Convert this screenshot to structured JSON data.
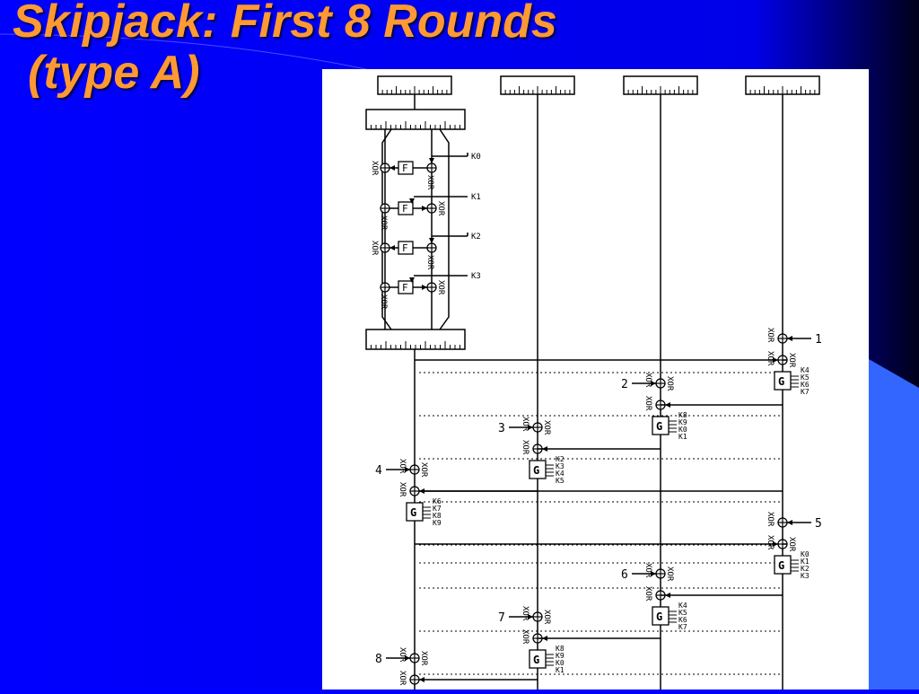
{
  "slide": {
    "title_line1": "Skipjack: First 8 Rounds",
    "title_line2": "(type A)",
    "colors": {
      "background": "#0000ff",
      "title": "#ff9933",
      "diagram_bg": "#ffffff",
      "ink": "#000000",
      "accent_shape": "#3366ff"
    }
  },
  "diagram": {
    "gate_label": "XOR",
    "f_label": "F",
    "g_label": "G",
    "f_keys": [
      "K0",
      "K1",
      "K2",
      "K3"
    ],
    "round_numbers": [
      "1",
      "2",
      "3",
      "4",
      "5",
      "6",
      "7",
      "8"
    ],
    "round_keys": [
      [
        "K4",
        "K5",
        "K6",
        "K7"
      ],
      [
        "K8",
        "K9",
        "K0",
        "K1"
      ],
      [
        "K2",
        "K3",
        "K4",
        "K5"
      ],
      [
        "K6",
        "K7",
        "K8",
        "K9"
      ],
      [
        "K0",
        "K1",
        "K2",
        "K3"
      ],
      [
        "K4",
        "K5",
        "K6",
        "K7"
      ],
      [
        "K8",
        "K9",
        "K0",
        "K1"
      ]
    ]
  }
}
